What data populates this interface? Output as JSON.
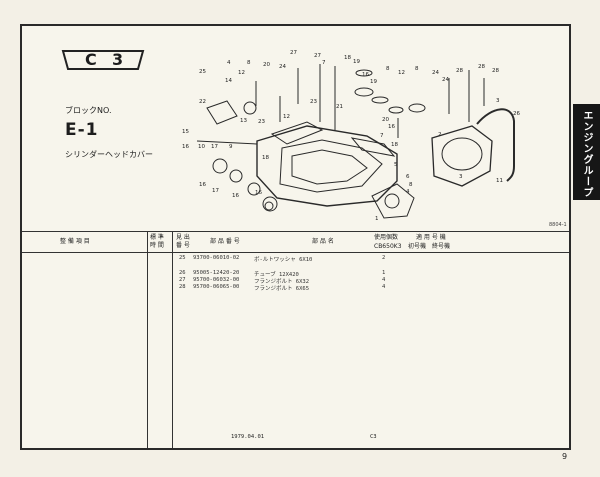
{
  "section": {
    "letter": "C",
    "number": "3"
  },
  "block": {
    "label": "ブロックNO.",
    "code": "E-1",
    "name": "シリンダーヘッドカバー"
  },
  "figure_code": "8804-1",
  "callouts": [
    "1",
    "2",
    "3",
    "4",
    "5",
    "6",
    "7",
    "8",
    "9",
    "10",
    "11",
    "12",
    "13",
    "14",
    "15",
    "16",
    "17",
    "18",
    "19",
    "20",
    "21",
    "22",
    "23",
    "24",
    "25",
    "26",
    "27",
    "28"
  ],
  "table": {
    "headers": {
      "item": "整 備 項 目",
      "std_time": "標 準",
      "std_time2": "時 間",
      "ref": "見 出",
      "ref2": "番 号",
      "part_no": "部 品 番 号",
      "part_name": "部 品 名",
      "usage": "使用個数",
      "applicable": "適 用 号 機",
      "model": "CB650K3",
      "first_no": "初号機",
      "final_no": "終号機"
    },
    "rows": [
      {
        "ref": "25",
        "part_no": "93700-06010-02",
        "name": "ボ-ルトワッシャ 6X10",
        "qty": "2"
      },
      {
        "ref": "26",
        "part_no": "95005-12420-20",
        "name": "チューブ 12X420",
        "qty": "1"
      },
      {
        "ref": "27",
        "part_no": "95700-06032-00",
        "name": "フランジボルト 6X32",
        "qty": "4"
      },
      {
        "ref": "28",
        "part_no": "95700-06065-00",
        "name": "フランジボルト 6X65",
        "qty": "4"
      }
    ]
  },
  "footer": {
    "date": "1979.04.01",
    "page_code": "C3"
  },
  "side_tab": "エンジングループ",
  "page_number": "9"
}
